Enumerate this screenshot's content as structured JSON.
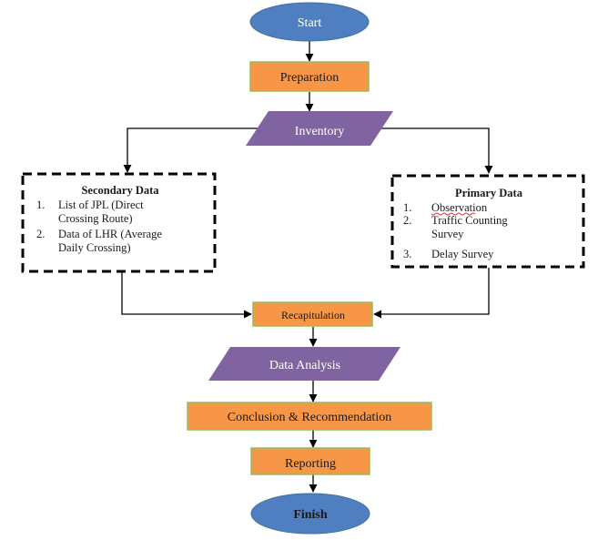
{
  "diagram": {
    "start": "Start",
    "preparation": "Preparation",
    "inventory": "Inventory",
    "secondary": {
      "title": "Secondary Data",
      "items": [
        {
          "num": "1.",
          "line1": "List of JPL (Direct",
          "line2": "Crossing Route)"
        },
        {
          "num": "2.",
          "line1": "Data of LHR (Average",
          "line2": "Daily Crossing)"
        }
      ]
    },
    "primary": {
      "title": "Primary Data",
      "items": [
        {
          "num": "1.",
          "line1": "Observation",
          "line2": ""
        },
        {
          "num": "2.",
          "line1": "Traffic Counting",
          "line2": "Survey"
        },
        {
          "num": "3.",
          "line1": "Delay Survey",
          "line2": ""
        }
      ]
    },
    "recapitulation": "Recapitulation",
    "analysis": "Data Analysis",
    "conclusion": "Conclusion & Recommendation",
    "reporting": "Reporting",
    "finish": "Finish"
  },
  "colors": {
    "ellipse": "#4F7FC1",
    "process": "#F79646",
    "process_border": "#9BBB59",
    "parallelogram": "#8064A2",
    "line": "#000000"
  }
}
